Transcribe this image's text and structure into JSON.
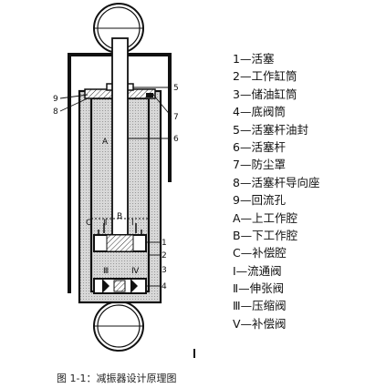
{
  "diagram": {
    "callouts_right": [
      "5",
      "7",
      "6",
      "1",
      "2",
      "3",
      "4"
    ],
    "callouts_left": [
      "9",
      "8"
    ],
    "chamber_labels": {
      "upper_chamber": "A",
      "lower_chamber": "B",
      "compensation_chamber": "C",
      "flow_valve": "Ⅰ",
      "extension_valve": "Ⅱ",
      "compression_valve": "Ⅲ",
      "compensation_valve": "Ⅳ"
    }
  },
  "legend": [
    "1—活塞",
    "2—工作缸筒",
    "3—储油缸筒",
    "4—底阀筒",
    "5—活塞杆油封",
    "6—活塞杆",
    "7—防尘罩",
    "8—活塞杆导向座",
    "9—回流孔",
    "A—上工作腔",
    "B—下工作腔",
    "C—补偿腔",
    "Ⅰ—流通阀",
    "Ⅱ—伸张阀",
    "Ⅲ—压缩阀",
    "Ⅴ—补偿阀"
  ],
  "caption": "图 1-1：减振器设计原理图",
  "colors": {
    "outline": "#111111",
    "oil_fill": "#cfcfcf",
    "dust_cover_fill": "#ffffff"
  }
}
